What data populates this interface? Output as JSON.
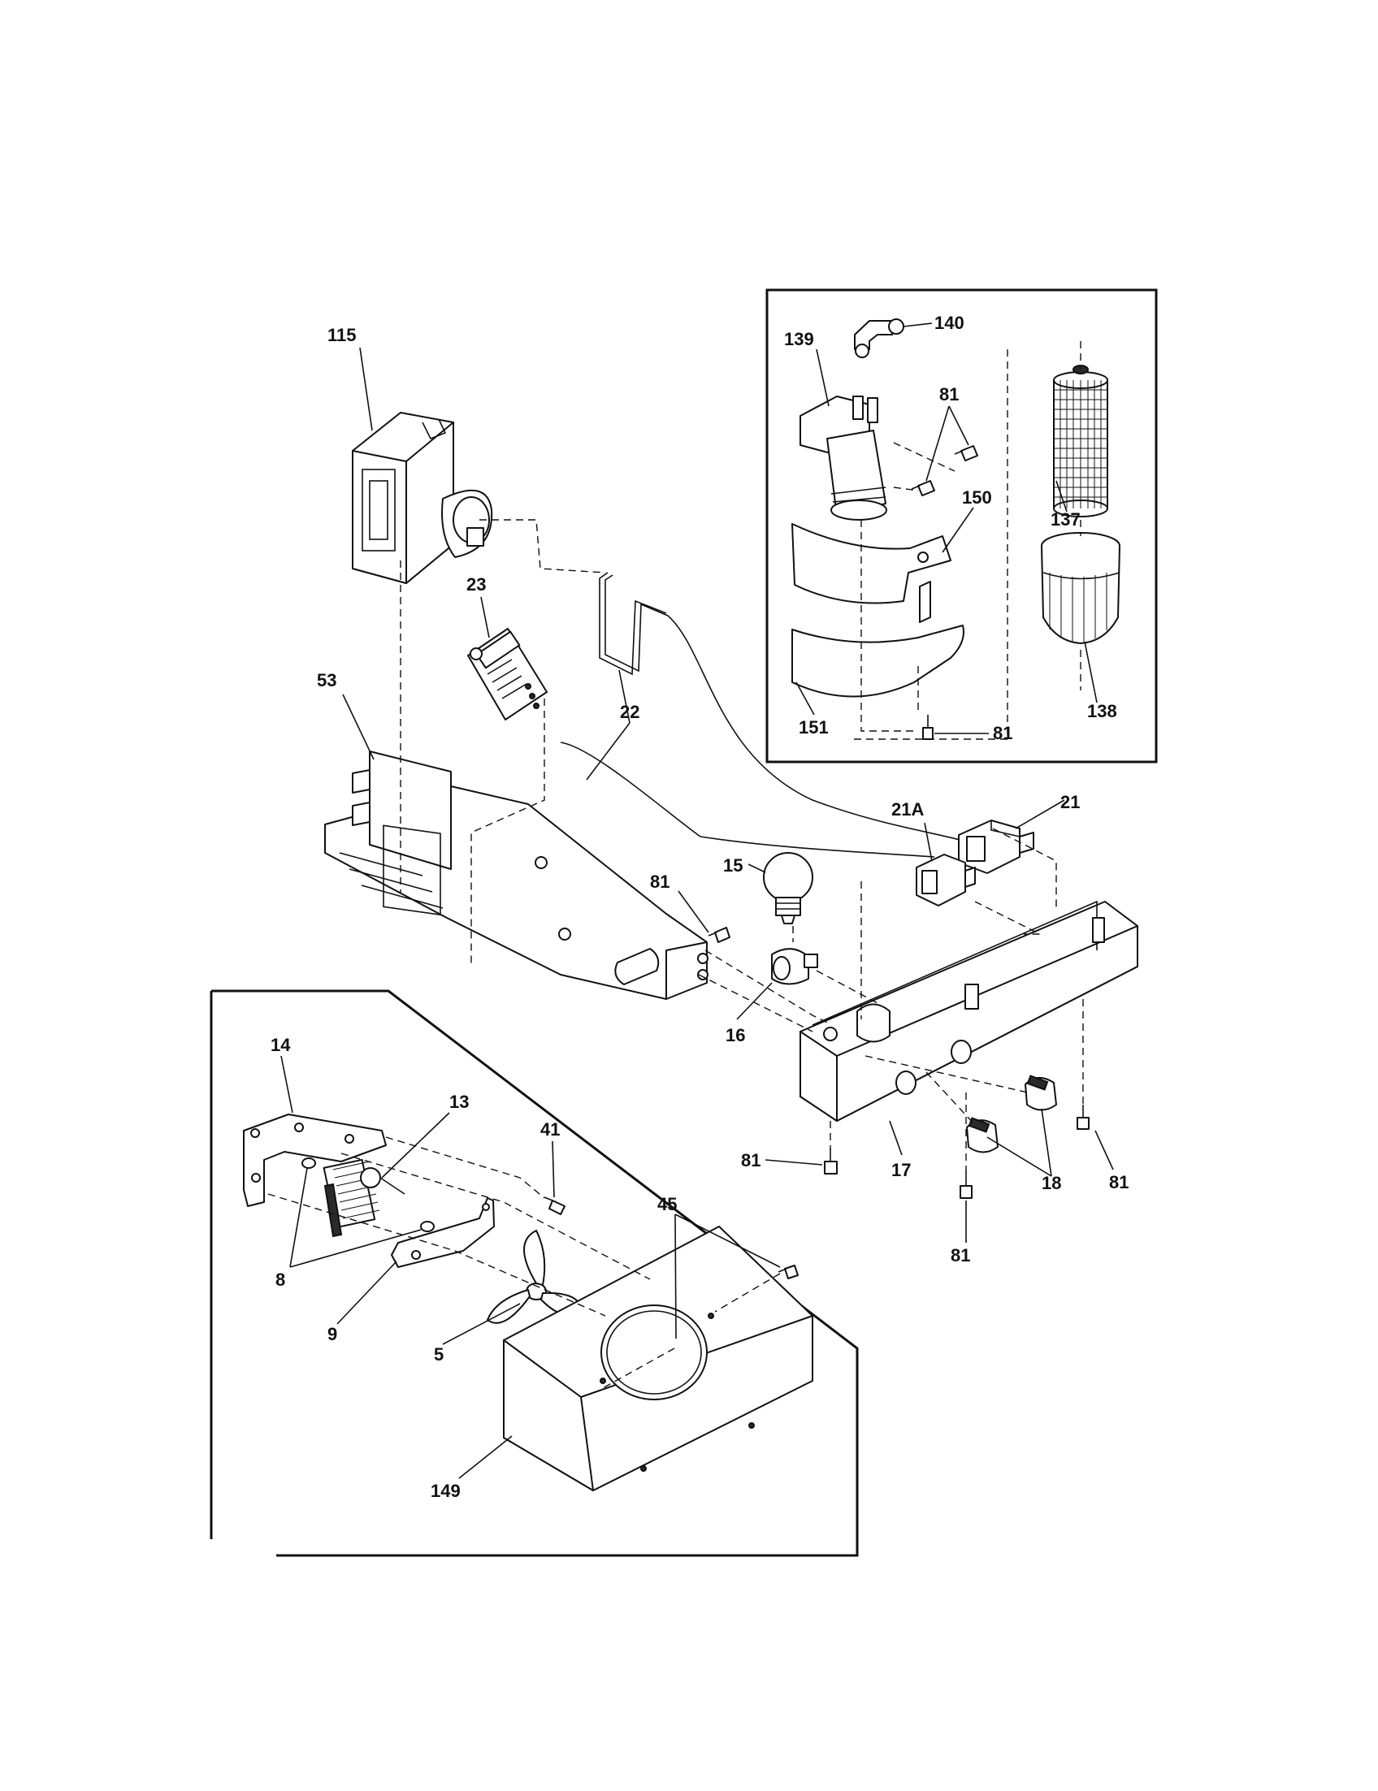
{
  "callouts": {
    "c115": "115",
    "c23": "23",
    "c53": "53",
    "c22": "22",
    "c139": "139",
    "c140": "140",
    "c81_a": "81",
    "c150": "150",
    "c137": "137",
    "c151": "151",
    "c81_b": "81",
    "c138": "138",
    "c21A": "21A",
    "c21": "21",
    "c15": "15",
    "c81_c": "81",
    "c16": "16",
    "c14": "14",
    "c13": "13",
    "c41": "41",
    "c81_d": "81",
    "c17": "17",
    "c81_e": "81",
    "c45": "45",
    "c8": "8",
    "c18": "18",
    "c9": "9",
    "c5": "5",
    "c81_f": "81",
    "c149": "149"
  }
}
